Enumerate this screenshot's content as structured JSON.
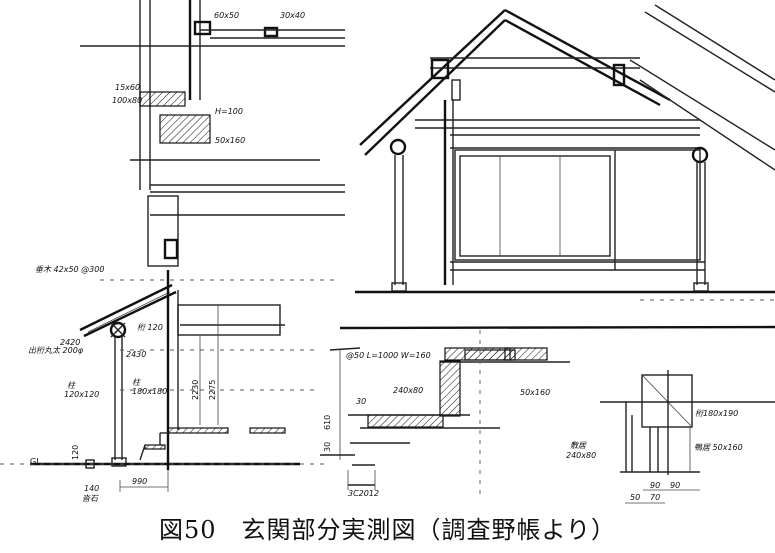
{
  "caption": "図50　玄関部分実測図（調査野帳より）",
  "labels": {
    "left_section": {
      "beam_top_1": "60x50",
      "beam_top_2": "30x40",
      "member_1": "15x60",
      "member_2": "100x80",
      "member_3": "H=100",
      "member_4": "50x160",
      "rafter": "垂木 42x50 @300",
      "height_eave": "2420",
      "height_beam": "2430",
      "purlin": "出桁丸太 200φ",
      "hip": "桁 120",
      "post_1_name": "柱",
      "post_1_size": "120x120",
      "post_2_name": "柱",
      "post_2_size": "180x180",
      "height_1": "2230",
      "height_2": "2275",
      "plinth_height": "120",
      "ground_line": "GL",
      "stone_width": "140",
      "stone_name": "沓石",
      "span": "990"
    },
    "stair_detail": {
      "tread": "@50 L=1000 W=160",
      "riser_board": "240x80",
      "floor_board": "50x160",
      "height": "610",
      "step_1": "30",
      "step_2": "30",
      "bottom_dims": "3C2012"
    },
    "post_detail": {
      "beam": "桁180x190",
      "sill_name": "敷居",
      "sill_size": "240x80",
      "lintel": "鴨居 50x160",
      "dim_1": "90",
      "dim_2": "90",
      "dim_3": "50",
      "dim_4": "70"
    }
  }
}
